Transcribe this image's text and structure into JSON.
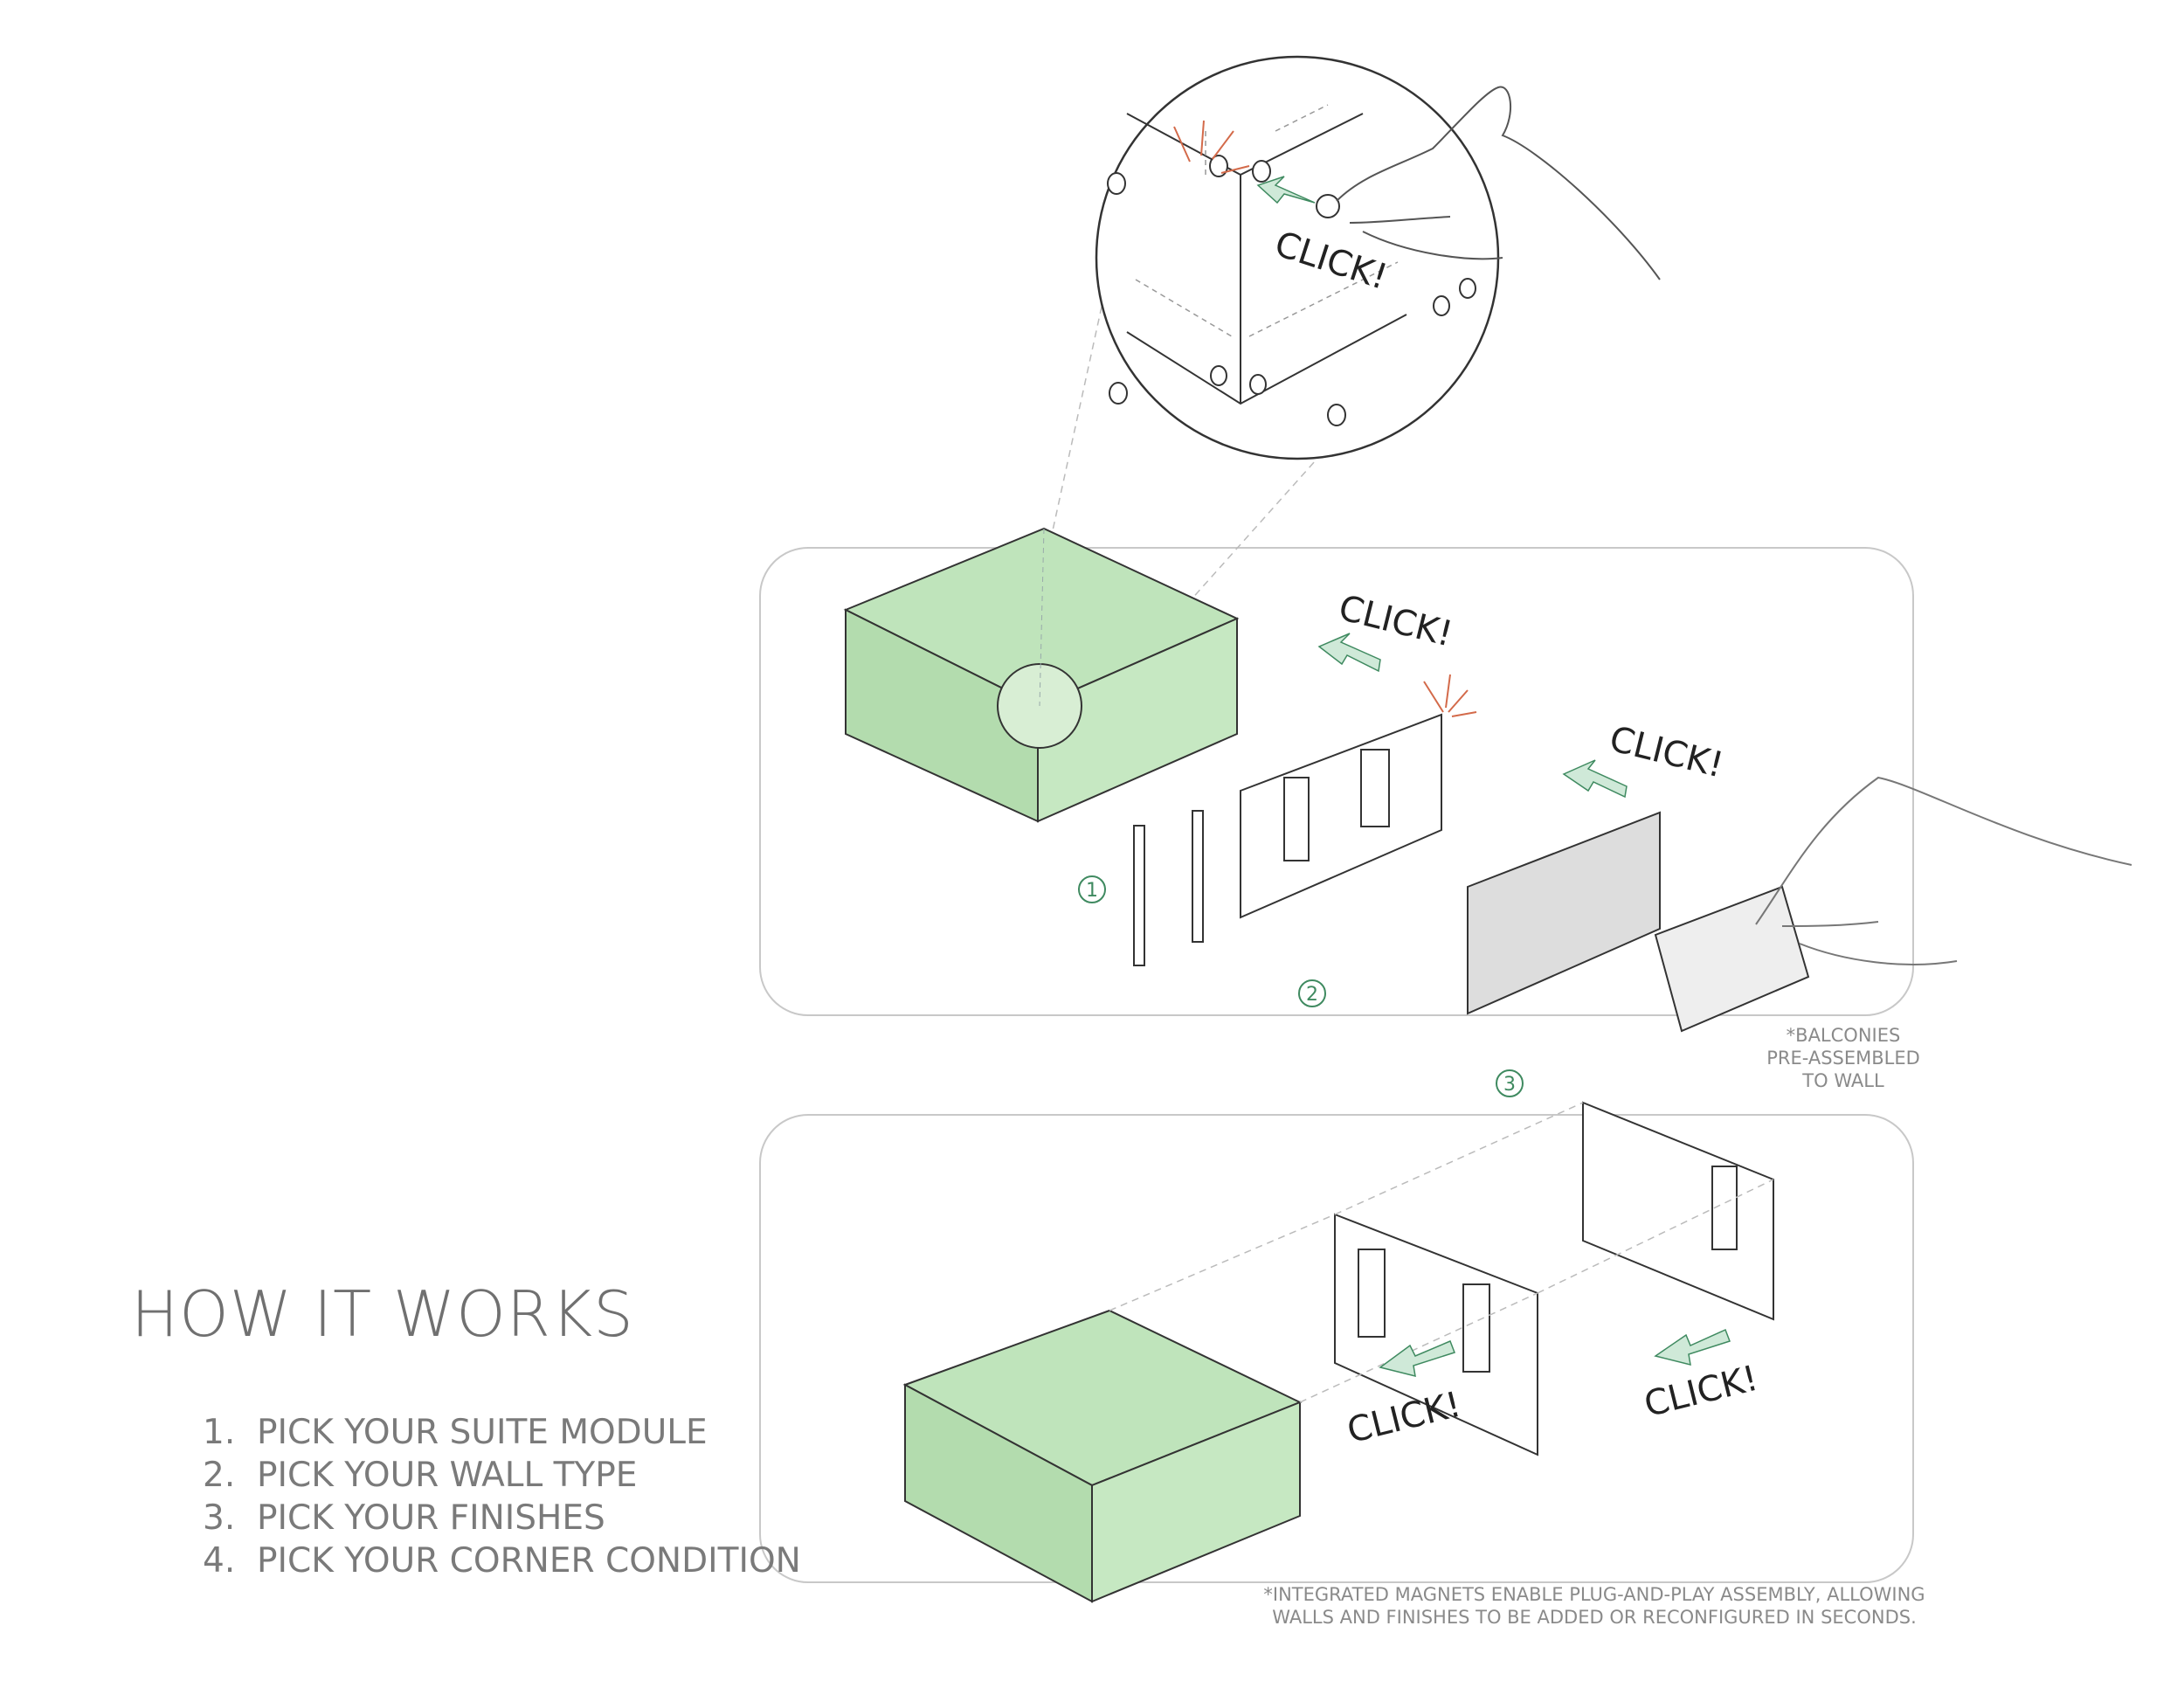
{
  "title": "HOW IT WORKS",
  "steps": [
    {
      "num": "1.",
      "label": "PICK YOUR SUITE MODULE"
    },
    {
      "num": "2.",
      "label": "PICK YOUR WALL TYPE"
    },
    {
      "num": "3.",
      "label": "PICK YOUR FINISHES"
    },
    {
      "num": "4.",
      "label": "PICK YOUR CORNER CONDITION"
    }
  ],
  "click_label": "CLICK!",
  "step_markers": [
    "1",
    "2",
    "3"
  ],
  "balcony_note": [
    "*BALCONIES",
    "PRE-ASSEMBLED",
    "TO WALL"
  ],
  "magnet_note": [
    "*INTEGRATED MAGNETS ENABLE PLUG-AND-PLAY ASSEMBLY, ALLOWING",
    "WALLS AND FINISHES TO BE ADDED OR RECONFIGURED IN SECONDS."
  ],
  "colors": {
    "module_fill": "#bfe4bb",
    "accent": "#3f8a60",
    "arrow": "#cfe9d8",
    "spark": "#d36a4a",
    "line": "#333333",
    "frame": "#c8c8c8"
  }
}
